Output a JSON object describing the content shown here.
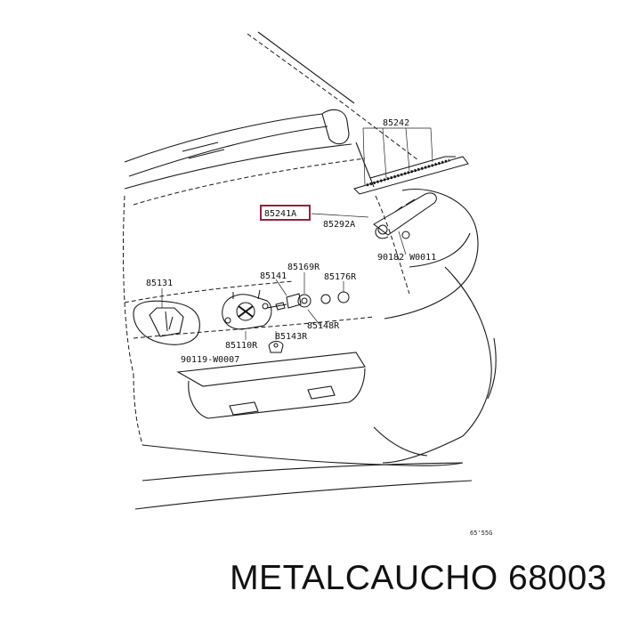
{
  "diagram": {
    "callouts": [
      {
        "id": "85242",
        "text": "85242",
        "highlighted": false
      },
      {
        "id": "85241A",
        "text": "85241A",
        "highlighted": true
      },
      {
        "id": "85292A",
        "text": "85292A",
        "highlighted": false
      },
      {
        "id": "90182",
        "text": "90182  W0011",
        "highlighted": false
      },
      {
        "id": "85169R",
        "text": "85169R",
        "highlighted": false
      },
      {
        "id": "85141",
        "text": "85141",
        "highlighted": false
      },
      {
        "id": "85176R",
        "text": "85176R",
        "highlighted": false
      },
      {
        "id": "85131",
        "text": "85131",
        "highlighted": false
      },
      {
        "id": "85148R",
        "text": "85148R",
        "highlighted": false
      },
      {
        "id": "85110R",
        "text": "85110R",
        "highlighted": false
      },
      {
        "id": "85143R",
        "text": "85143R",
        "highlighted": false
      },
      {
        "id": "90119",
        "text": "90119‑W0007",
        "highlighted": false
      }
    ],
    "figure_code": "65'55G",
    "highlight_color": "#9c1f3a"
  },
  "footer": {
    "brand": "METALCAUCHO",
    "part_number": "68003"
  }
}
